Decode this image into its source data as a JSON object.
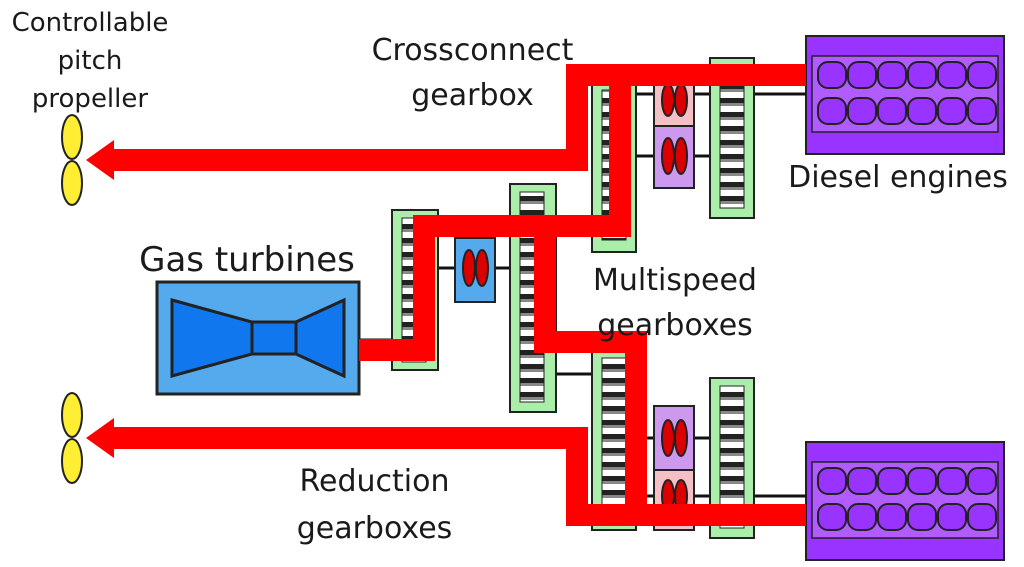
{
  "labels": {
    "controllable_pitch_propeller": [
      "Controllable",
      "pitch",
      "propeller"
    ],
    "crossconnect_gearbox": [
      "Crossconnect",
      "gearbox"
    ],
    "diesel_engines": "Diesel engines",
    "gas_turbines": "Gas turbines",
    "multispeed_gearboxes": [
      "Multispeed",
      "gearboxes"
    ],
    "reduction_gearboxes": [
      "Reduction",
      "gearboxes"
    ]
  },
  "colors": {
    "power_flow": "#ff0000",
    "gearbox_casing": "#aaeeaa",
    "diesel_engine": "#9933ff",
    "gas_turbine": "#55aaee",
    "propeller": "#ffee33",
    "clutch": "#dd0000"
  }
}
